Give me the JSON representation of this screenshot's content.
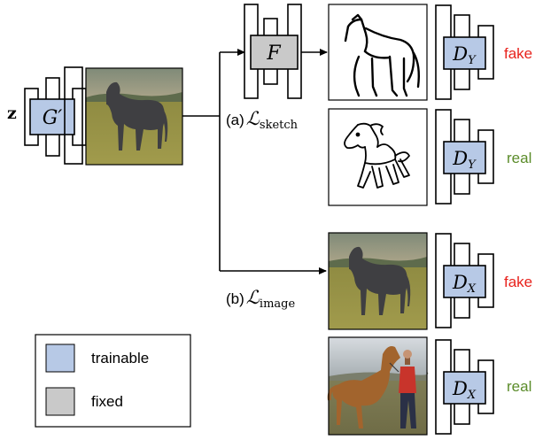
{
  "colors": {
    "trainable": "#b7c9e6",
    "fixed": "#c9c9c9",
    "fake": "#e8221c",
    "real": "#5b8c2a",
    "stroke": "#000000"
  },
  "input_label": "z",
  "generator": {
    "symbol": "G",
    "prime": "′"
  },
  "sketch_net": {
    "symbol": "F"
  },
  "discriminators": {
    "sketch": {
      "symbol": "D",
      "sub": "Y"
    },
    "image": {
      "symbol": "D",
      "sub": "X"
    }
  },
  "losses": {
    "sketch": {
      "prefix": "(a)",
      "symbol": "ℒ",
      "sub": "sketch"
    },
    "image": {
      "prefix": "(b)",
      "symbol": "ℒ",
      "sub": "image"
    }
  },
  "outputs": {
    "sketch_fake": "fake",
    "sketch_real": "real",
    "image_fake": "fake",
    "image_real": "real"
  },
  "legend": {
    "trainable": "trainable",
    "fixed": "fixed"
  },
  "images": {
    "generated_horse": "photo-horse-icon",
    "generated_sketch": "sketch-horse-icon",
    "real_sketch": "sketch-horse-icon",
    "fake_photo": "photo-horse-icon",
    "real_photo": "photo-horse-rider-icon"
  }
}
